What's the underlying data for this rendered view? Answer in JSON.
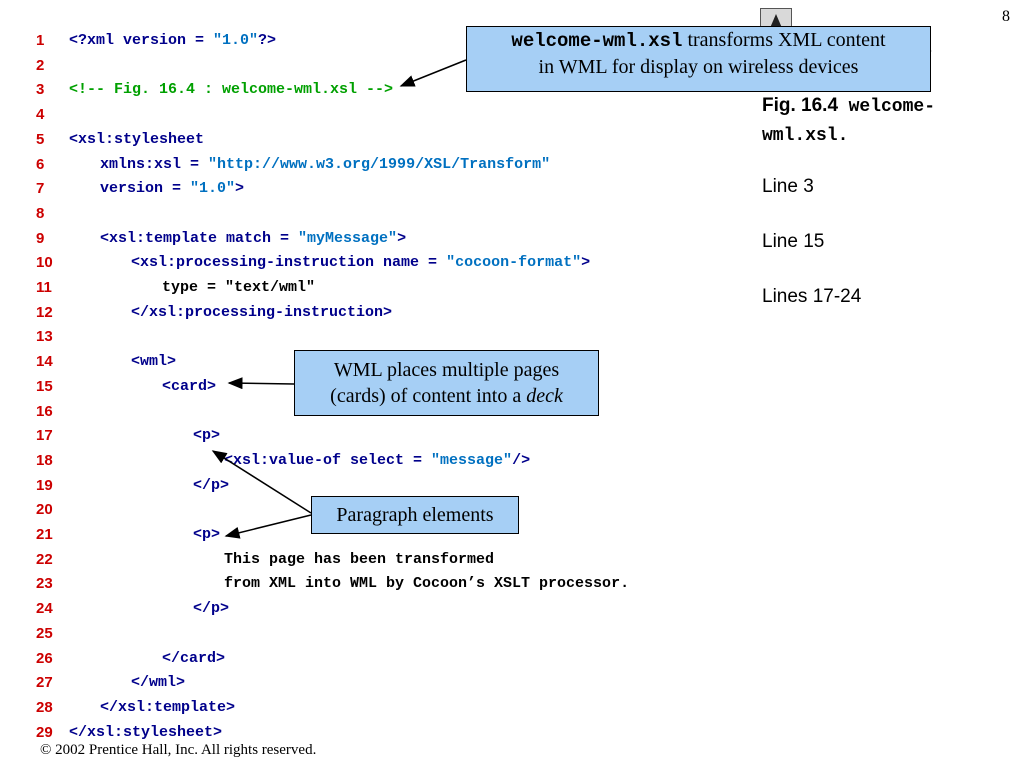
{
  "page_number": "8",
  "code_lines": [
    {
      "n": "1",
      "indent": 0,
      "parts": [
        {
          "t": "<?xml version = ",
          "c": "tag"
        },
        {
          "t": "\"1.0\"",
          "c": "str"
        },
        {
          "t": "?>",
          "c": "tag"
        }
      ]
    },
    {
      "n": "2",
      "indent": 0,
      "parts": []
    },
    {
      "n": "3",
      "indent": 0,
      "parts": [
        {
          "t": "<!-- Fig. 16.4 : welcome-wml.xsl -->",
          "c": "com"
        }
      ]
    },
    {
      "n": "4",
      "indent": 0,
      "parts": []
    },
    {
      "n": "5",
      "indent": 0,
      "parts": [
        {
          "t": "<xsl:stylesheet",
          "c": "tag"
        }
      ]
    },
    {
      "n": "6",
      "indent": 1,
      "parts": [
        {
          "t": "xmlns:xsl = ",
          "c": "tag"
        },
        {
          "t": "\"http://www.w3.org/1999/XSL/Transform\"",
          "c": "str"
        }
      ]
    },
    {
      "n": "7",
      "indent": 1,
      "parts": [
        {
          "t": "version = ",
          "c": "tag"
        },
        {
          "t": "\"1.0\"",
          "c": "str"
        },
        {
          "t": ">",
          "c": "tag"
        }
      ]
    },
    {
      "n": "8",
      "indent": 0,
      "parts": []
    },
    {
      "n": "9",
      "indent": 1,
      "parts": [
        {
          "t": "<xsl:template match = ",
          "c": "tag"
        },
        {
          "t": "\"myMessage\"",
          "c": "str"
        },
        {
          "t": ">",
          "c": "tag"
        }
      ]
    },
    {
      "n": "10",
      "indent": 2,
      "parts": [
        {
          "t": "<xsl:processing-instruction name = ",
          "c": "tag"
        },
        {
          "t": "\"cocoon-format\"",
          "c": "str"
        },
        {
          "t": ">",
          "c": "tag"
        }
      ]
    },
    {
      "n": "11",
      "indent": 3,
      "parts": [
        {
          "t": "type = \"text/wml\"",
          "c": "txt"
        }
      ]
    },
    {
      "n": "12",
      "indent": 2,
      "parts": [
        {
          "t": "</xsl:processing-instruction>",
          "c": "tag"
        }
      ]
    },
    {
      "n": "13",
      "indent": 0,
      "parts": []
    },
    {
      "n": "14",
      "indent": 2,
      "parts": [
        {
          "t": "<wml>",
          "c": "tag"
        }
      ]
    },
    {
      "n": "15",
      "indent": 3,
      "parts": [
        {
          "t": "<card>",
          "c": "tag"
        }
      ]
    },
    {
      "n": "16",
      "indent": 0,
      "parts": []
    },
    {
      "n": "17",
      "indent": 4,
      "parts": [
        {
          "t": "<p>",
          "c": "tag"
        }
      ]
    },
    {
      "n": "18",
      "indent": 5,
      "parts": [
        {
          "t": "<xsl:value-of select = ",
          "c": "tag"
        },
        {
          "t": "\"message\"",
          "c": "str"
        },
        {
          "t": "/>",
          "c": "tag"
        }
      ]
    },
    {
      "n": "19",
      "indent": 4,
      "parts": [
        {
          "t": "</p>",
          "c": "tag"
        }
      ]
    },
    {
      "n": "20",
      "indent": 0,
      "parts": []
    },
    {
      "n": "21",
      "indent": 4,
      "parts": [
        {
          "t": "<p>",
          "c": "tag"
        }
      ]
    },
    {
      "n": "22",
      "indent": 5,
      "parts": [
        {
          "t": "This page has been transformed",
          "c": "txt"
        }
      ]
    },
    {
      "n": "23",
      "indent": 5,
      "parts": [
        {
          "t": "from XML into WML by Cocoon’s XSLT processor.",
          "c": "txt"
        }
      ]
    },
    {
      "n": "24",
      "indent": 4,
      "parts": [
        {
          "t": "</p>",
          "c": "tag"
        }
      ]
    },
    {
      "n": "25",
      "indent": 0,
      "parts": []
    },
    {
      "n": "26",
      "indent": 3,
      "parts": [
        {
          "t": "</card>",
          "c": "tag"
        }
      ]
    },
    {
      "n": "27",
      "indent": 2,
      "parts": [
        {
          "t": "</wml>",
          "c": "tag"
        }
      ]
    },
    {
      "n": "28",
      "indent": 1,
      "parts": [
        {
          "t": "</xsl:template>",
          "c": "tag"
        }
      ]
    },
    {
      "n": "29",
      "indent": 0,
      "parts": [
        {
          "t": "</xsl:stylesheet>",
          "c": "tag"
        }
      ]
    }
  ],
  "callouts": {
    "top": {
      "mono": "welcome-wml.xsl",
      "text1": " transforms XML content",
      "text2": "in WML for display on wireless devices"
    },
    "wml": {
      "line1": "WML places multiple pages",
      "line2": "(cards) of content into a ",
      "italic": "deck"
    },
    "para": {
      "text": "Paragraph elements"
    }
  },
  "side": {
    "fig_label": "Fig. 16.4",
    "fig_file": "welcome-wml.xsl.",
    "items": [
      "Line 3",
      "Line 15",
      "Lines 17-24"
    ]
  },
  "footer": "© 2002 Prentice Hall, Inc.  All rights reserved.",
  "colors": {
    "line_number": "#cc0000",
    "tag": "#00008b",
    "string": "#0070c0",
    "comment": "#00a000",
    "callout_bg": "#a6cff5"
  }
}
